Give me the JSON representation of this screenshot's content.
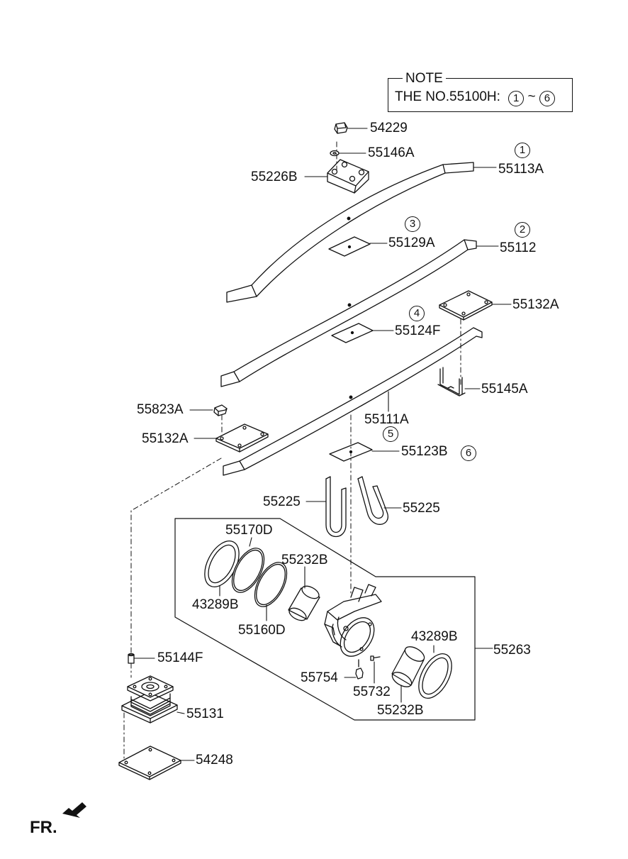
{
  "note": {
    "title": "NOTE",
    "text": "THE NO.55100H:",
    "range_from": "1",
    "range_sep": "~",
    "range_to": "6"
  },
  "direction": {
    "label": "FR."
  },
  "parts": {
    "p54229": "54229",
    "p55146A": "55146A",
    "p55226B": "55226B",
    "p55113A": "55113A",
    "p55129A": "55129A",
    "p55112": "55112",
    "p55132A_right": "55132A",
    "p55124F": "55124F",
    "p55145A": "55145A",
    "p55823A": "55823A",
    "p55132A_left": "55132A",
    "p55111A": "55111A",
    "p55123B": "55123B",
    "p55225_left": "55225",
    "p55225_right": "55225",
    "p55170D": "55170D",
    "p55232B_top": "55232B",
    "p43289B_left": "43289B",
    "p55160D": "55160D",
    "p43289B_right": "43289B",
    "p55263": "55263",
    "p55144F": "55144F",
    "p55754": "55754",
    "p55732": "55732",
    "p55232B_bottom": "55232B",
    "p55131": "55131",
    "p54248": "54248"
  },
  "callouts": {
    "c1": "1",
    "c2": "2",
    "c3": "3",
    "c4": "4",
    "c5": "5",
    "c6": "6"
  }
}
